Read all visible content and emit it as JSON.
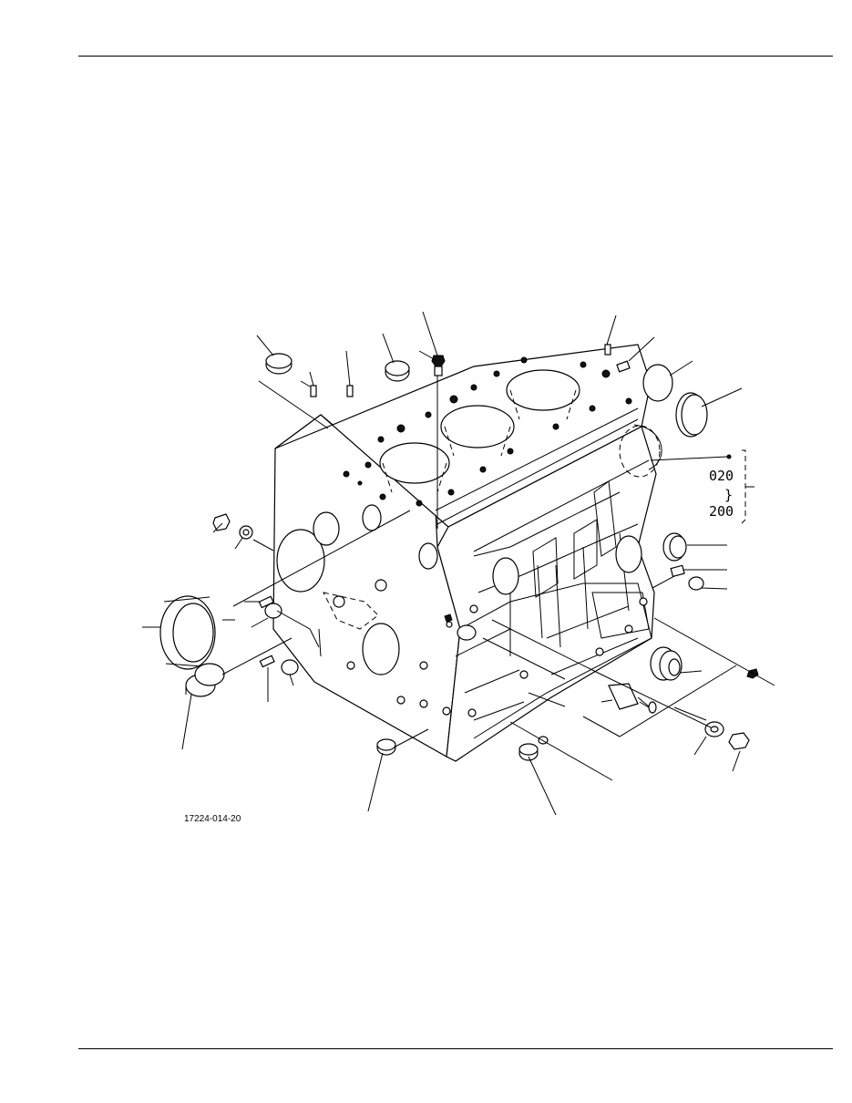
{
  "drawing": {
    "drawing_number": "17224-014-20",
    "range_from": "020",
    "range_separator": "}",
    "range_to": "200"
  }
}
